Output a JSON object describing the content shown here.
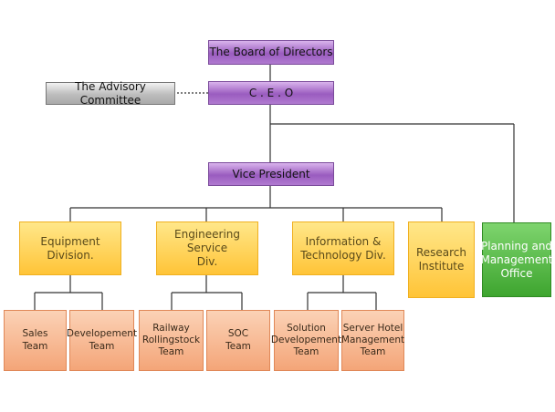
{
  "board": "The Board of Directors",
  "advisory": "The Advisory Committee",
  "ceo": "C . E . O",
  "vp": "Vice President",
  "divisions": [
    "Equipment\nDivision.",
    "Engineering Service\nDiv.",
    "Information &\nTechnology Div.",
    "Research\nInstitute",
    "Planning and\nManagement\nOffice"
  ],
  "teams": [
    "Sales\nTeam",
    "Developement\nTeam",
    "Railway\nRollingstock\nTeam",
    "SOC\nTeam",
    "Solution\nDevelopement\nTeam",
    "Server Hotel\nManagement\nTeam"
  ]
}
